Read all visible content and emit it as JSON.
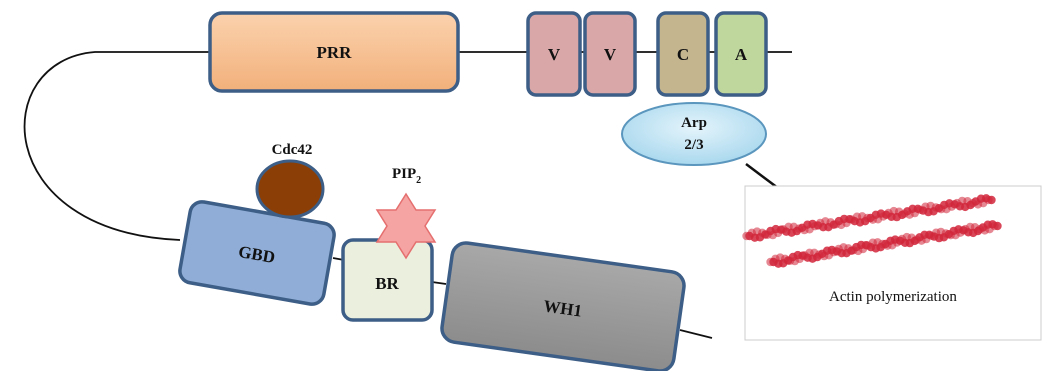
{
  "domains": {
    "prr": "PRR",
    "v1": "V",
    "v2": "V",
    "c": "C",
    "a": "A",
    "gbd": "GBD",
    "br": "BR",
    "wh1": "WH1"
  },
  "ligands": {
    "cdc42": "Cdc42",
    "pip2_base": "PIP",
    "pip2_sub": "2",
    "arp_line1": "Arp",
    "arp_line2": "2/3"
  },
  "panel": {
    "caption": "Actin polymerization"
  },
  "colors": {
    "prr_fill": "#f7bf8f",
    "v_fill": "#d9a7a8",
    "c_fill": "#c4b58f",
    "a_fill": "#bfd79c",
    "gbd_fill": "#8fadd6",
    "br_fill": "#ebf0de",
    "wh1_fill": "#999999",
    "domain_stroke": "#3d5e86",
    "cdc42_fill": "#8b3e05",
    "pip2_fill": "#f5a3a3",
    "arp_fill": "#c3e4f2",
    "actin": "#d1263b"
  }
}
